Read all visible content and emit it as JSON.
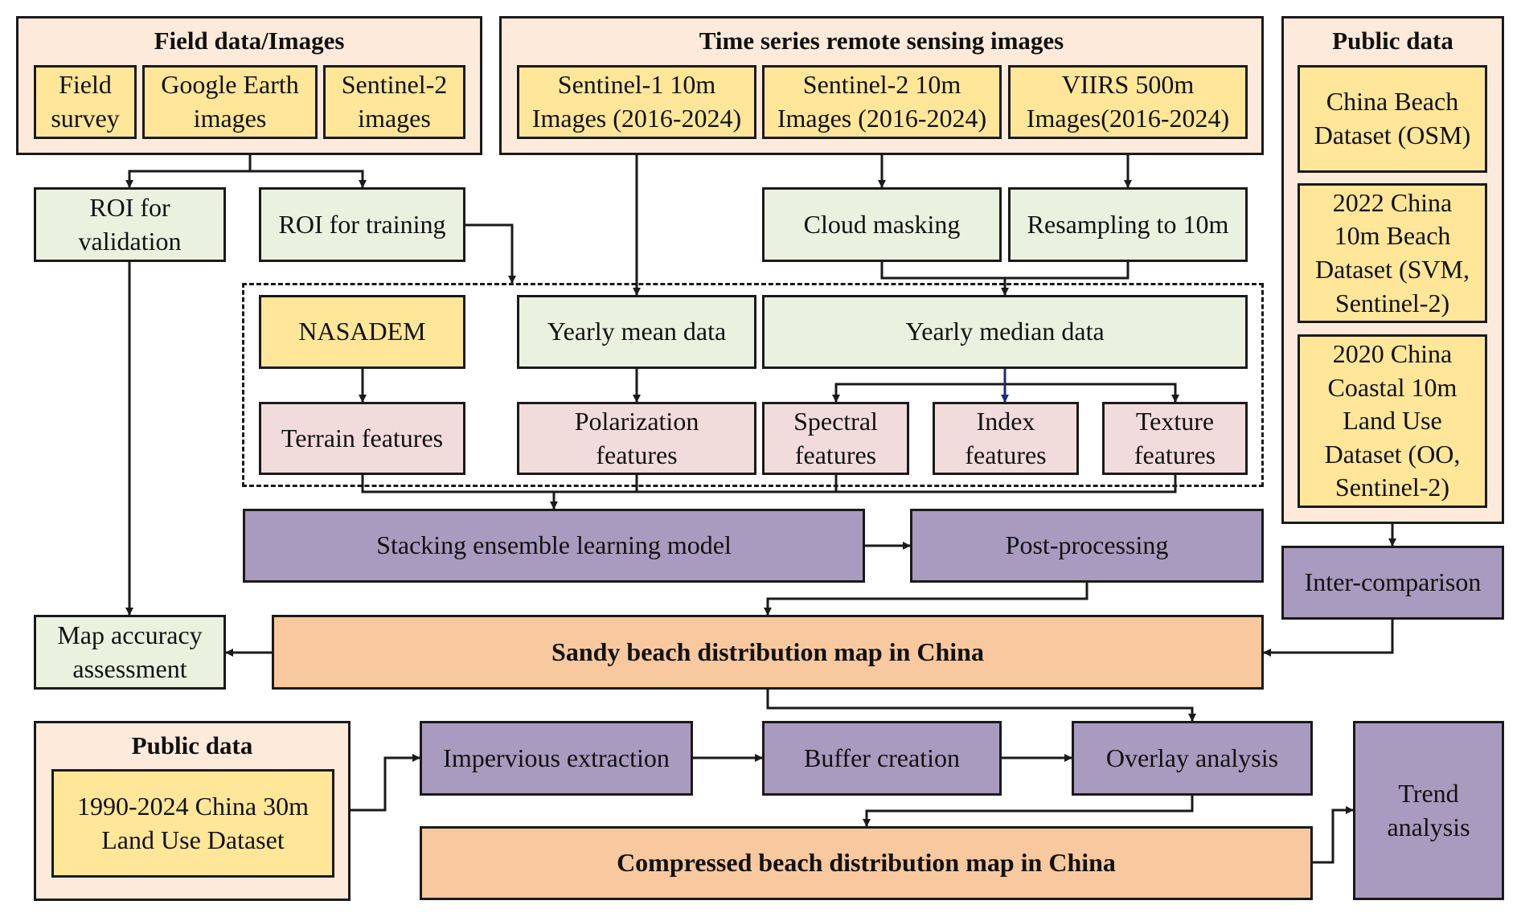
{
  "colors": {
    "container": "#FDEADA",
    "data_source": "#FFE699",
    "preprocessing": "#EBF1DF",
    "features": "#F2DCDB",
    "processing": "#A99ABF",
    "output_map": "#F8C89E",
    "line": "#1a1a1a",
    "index_arrow": "#1f2a7a"
  },
  "field_data": {
    "title": "Field data/Images",
    "items": [
      "Field\nsurvey",
      "Google Earth\nimages",
      "Sentinel-2\nimages"
    ]
  },
  "time_series": {
    "title": "Time series remote sensing images",
    "items": [
      "Sentinel-1 10m\nImages (2016-2024)",
      "Sentinel-2 10m\nImages (2016-2024)",
      "VIIRS 500m\nImages(2016-2024)"
    ]
  },
  "public_data_top": {
    "title": "Public data",
    "items": [
      "China Beach\nDataset (OSM)",
      "2022 China\n10m Beach\nDataset (SVM,\nSentinel-2)",
      "2020 China\nCoastal 10m\nLand Use\nDataset (OO,\nSentinel-2)"
    ]
  },
  "roi": {
    "validation": "ROI for\nvalidation",
    "training": "ROI for training"
  },
  "preprocess": {
    "cloud_masking": "Cloud masking",
    "resampling": "Resampling to 10m"
  },
  "feature_block": {
    "nasadem": "NASADEM",
    "yearly_mean": "Yearly mean data",
    "yearly_median": "Yearly median data",
    "terrain": "Terrain features",
    "polarization": "Polarization\nfeatures",
    "spectral": "Spectral\nfeatures",
    "index": "Index\nfeatures",
    "texture": "Texture\nfeatures"
  },
  "model": {
    "stacking": "Stacking ensemble learning model",
    "post_processing": "Post-processing",
    "inter_comparison": "Inter-comparison"
  },
  "outputs": {
    "map_accuracy": "Map accuracy\nassessment",
    "sandy_beach_map": "Sandy beach distribution map in China",
    "compressed_map": "Compressed beach distribution map in China"
  },
  "public_data_bottom": {
    "title": "Public data",
    "dataset": "1990-2024 China 30m\nLand Use Dataset"
  },
  "analysis": {
    "impervious": "Impervious extraction",
    "buffer": "Buffer creation",
    "overlay": "Overlay analysis",
    "trend": "Trend\nanalysis"
  }
}
